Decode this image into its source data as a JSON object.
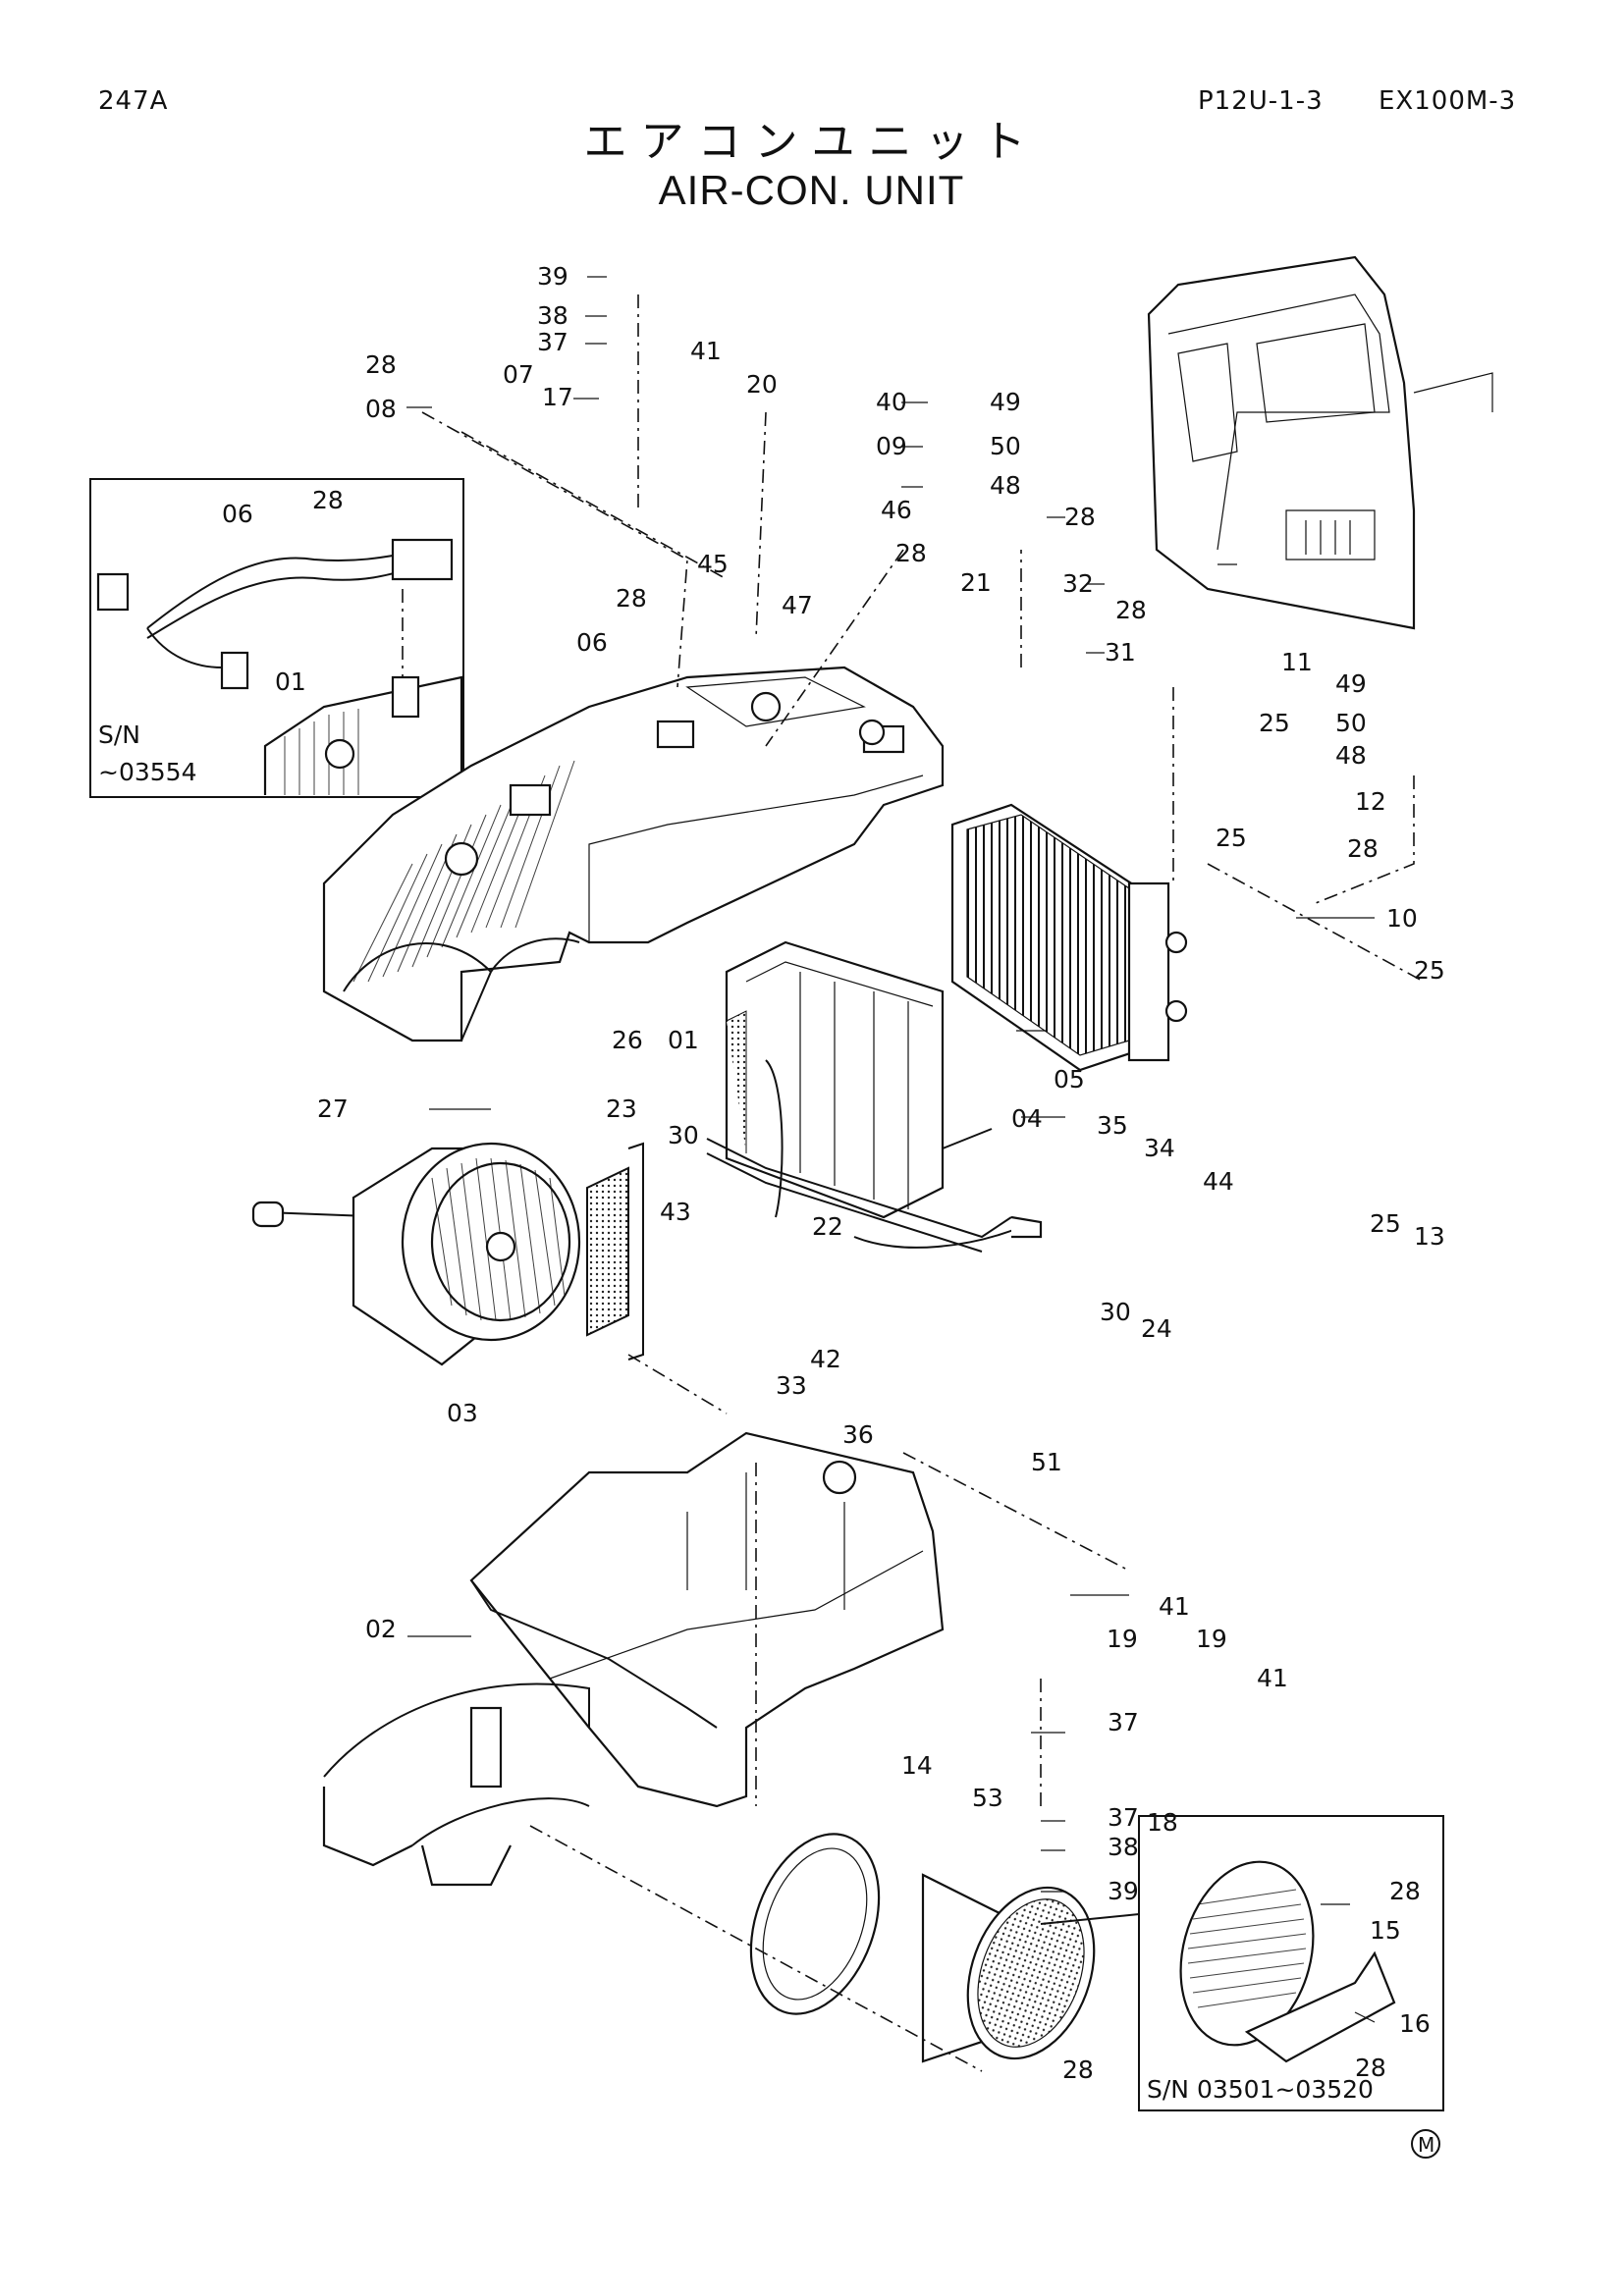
{
  "header": {
    "page_code": "247A",
    "ref_code": "P12U-1-3",
    "model": "EX100M-3",
    "title_jp": "エアコンユニット",
    "title_en": "AIR-CON. UNIT"
  },
  "insets": {
    "serial_upper_line1": "S/N",
    "serial_upper_line2": "~03554",
    "serial_lower": "S/N  03501~03520"
  },
  "mark": "M",
  "callouts": {
    "c39a": "39",
    "c38a": "38",
    "c37a": "37",
    "c28a": "28",
    "c08": "08",
    "c07": "07",
    "c17": "17",
    "c41a": "41",
    "c20": "20",
    "c40": "40",
    "c49a": "49",
    "c09": "09",
    "c50a": "50",
    "c48a": "48",
    "c06a": "06",
    "c28b": "28",
    "c46": "46",
    "c28c": "28",
    "c28d": "28",
    "c45": "45",
    "c47": "47",
    "c21": "21",
    "c32": "32",
    "c28e": "28",
    "c06b": "06",
    "c01a": "01",
    "c31": "31",
    "c28f": "28",
    "c11": "11",
    "c49b": "49",
    "c25a": "25",
    "c50b": "50",
    "c48b": "48",
    "c12": "12",
    "c25b": "25",
    "c28g": "28",
    "c10": "10",
    "c25c": "25",
    "c26": "26",
    "c01b": "01",
    "c05": "05",
    "c27": "27",
    "c23": "23",
    "c30a": "30",
    "c04": "04",
    "c35": "35",
    "c34": "34",
    "c44": "44",
    "c43": "43",
    "c22": "22",
    "c25d": "25",
    "c13": "13",
    "c42": "42",
    "c03": "03",
    "c33": "33",
    "c36": "36",
    "c30b": "30",
    "c24": "24",
    "c51": "51",
    "c41b": "41",
    "c02": "02",
    "c19a": "19",
    "c19b": "19",
    "c41c": "41",
    "c37b": "37",
    "c18": "18",
    "c14": "14",
    "c53": "53",
    "c37c": "37",
    "c38b": "38",
    "c39b": "39",
    "c28h": "28",
    "c15": "15",
    "c16": "16",
    "c28i": "28",
    "c28j": "28"
  }
}
